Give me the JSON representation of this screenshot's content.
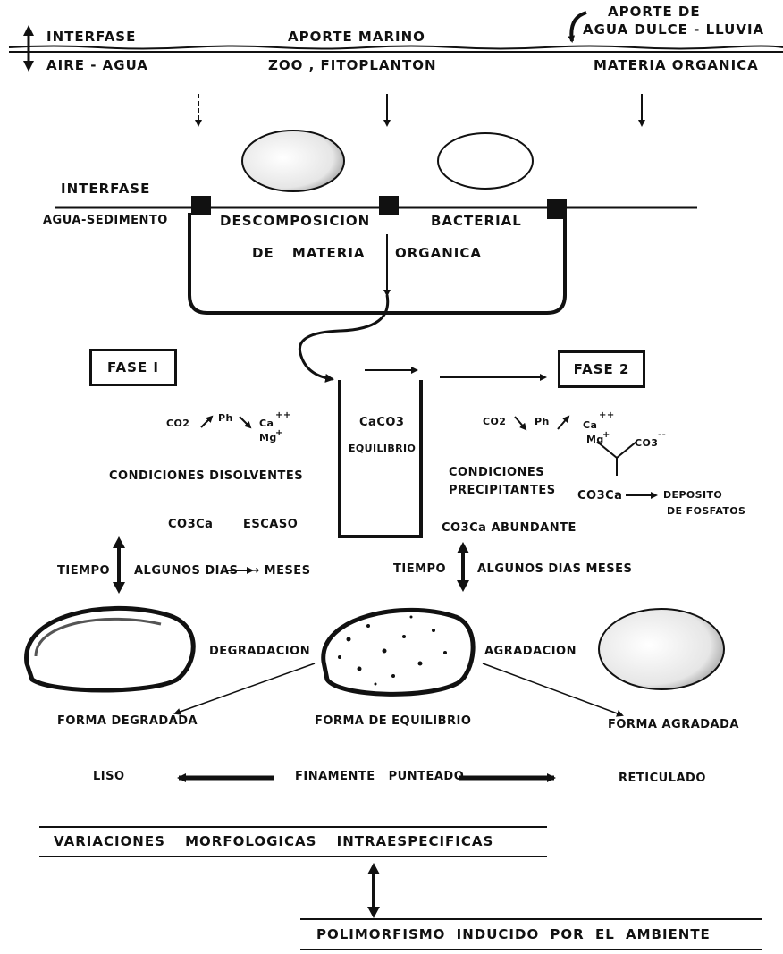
{
  "top": {
    "interface_air_water_1": "INTERFASE",
    "interface_air_water_2": "AIRE - AGUA",
    "marine_input": "APORTE MARINO",
    "zoo_phyto": "ZOO , FITOPLANTON",
    "freshwater_input_1": "APORTE DE",
    "freshwater_input_2": "AGUA DULCE - LLUVIA",
    "organic_matter": "MATERIA ORGANICA"
  },
  "sediment": {
    "interface_1": "INTERFASE",
    "interface_2": "AGUA-SEDIMENTO",
    "decomposition_1": "DESCOMPOSICION",
    "bacterial": "BACTERIAL",
    "of_matter": "DE MATERIA",
    "organic": "ORGANICA"
  },
  "phases": {
    "phase1": "FASE I",
    "phase2": "FASE 2"
  },
  "phase1": {
    "co2": "CO2",
    "ph": "Ph",
    "ca": "Ca",
    "ca_charge": "++",
    "mg": "Mg",
    "mg_charge": "+",
    "conditions": "CONDICIONES DISOLVENTES",
    "co3ca": "CO3Ca",
    "scarce": "ESCASO",
    "time": "TIEMPO",
    "duration": "ALGUNOS DIAS ⟶ MESES"
  },
  "center": {
    "caco3": "CaCO3",
    "equilibrium": "EQUILIBRIO"
  },
  "phase2": {
    "co2": "CO2",
    "ph": "Ph",
    "ca": "Ca",
    "ca_charge": "++",
    "mg": "Mg",
    "mg_charge": "+",
    "co3": "CO3",
    "co3_charge": "--",
    "conditions_1": "CONDICIONES",
    "conditions_2": "PRECIPITANTES",
    "co3ca_product": "CO3Ca",
    "deposit_1": "DEPOSITO",
    "deposit_2": "DE FOSFATOS",
    "abundant": "CO3Ca ABUNDANTE",
    "time": "TIEMPO",
    "duration": "ALGUNOS DIAS MESES"
  },
  "forms": {
    "degradation": "DEGRADACION",
    "aggradation": "AGRADACION",
    "degraded": "FORMA DEGRADADA",
    "equilibrium": "FORMA DE EQUILIBRIO",
    "aggraded": "FORMA AGRADADA"
  },
  "texture": {
    "smooth": "LISO",
    "punctate": "FINAMENTE PUNTEADO",
    "reticulate": "RETICULADO"
  },
  "bottom": {
    "variations": "VARIACIONES MORFOLOGICAS INTRAESPECIFICAS",
    "polymorphism": "POLIMORFISMO INDUCIDO POR EL AMBIENTE"
  },
  "ink_color": "#111111"
}
